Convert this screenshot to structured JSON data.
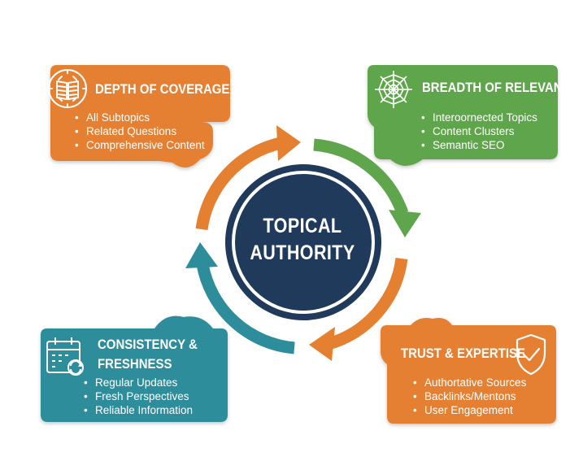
{
  "center": {
    "line1": "TOPICAL",
    "line2": "AUTHORITY"
  },
  "quadrants": [
    {
      "id": "depth",
      "title": "DEPTH OF COVERAGE",
      "color": "#E58031",
      "icon": "book-gear-icon",
      "items": [
        "All Subtopics",
        "Related Questions",
        "Comprehensive Content"
      ]
    },
    {
      "id": "breadth",
      "title": "BREADTH OF RELEVANCE",
      "color": "#5FA54B",
      "icon": "spider-web-icon",
      "items": [
        "Interoornected Topics",
        "Content Clusters",
        "Semantic SEO"
      ]
    },
    {
      "id": "consistency",
      "title_lines": [
        "CONSISTENCY &",
        "FRESHNESS"
      ],
      "color": "#2D8D9B",
      "icon": "calendar-refresh-icon",
      "items": [
        "Regular Updates",
        "Fresh Perspectives",
        "Reliable Information"
      ]
    },
    {
      "id": "trust",
      "title": "TRUST & EXPERTISE",
      "color": "#E58031",
      "icon": "shield-check-icon",
      "items": [
        "Authortative Sources",
        "Backlinks/Mentons",
        "User Engagement"
      ]
    }
  ],
  "colors": {
    "center_fill": "#1F3A5A",
    "center_ring": "#ffffff",
    "orange": "#E58031",
    "green": "#5FA54B",
    "teal": "#2D8D9B"
  }
}
